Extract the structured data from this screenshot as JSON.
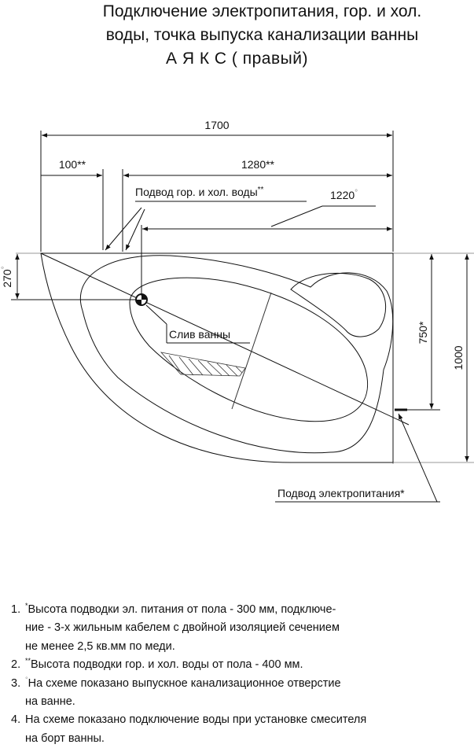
{
  "title": {
    "line1": "Подключение электропитания, гор. и хол.",
    "line2": "воды, точка выпуска канализации ванны",
    "line3": "А Я К С  ( правый)"
  },
  "dimensions": {
    "overall_width": "1700",
    "left_offset": "100**",
    "right_offset": "1280**",
    "drain_offset": "1220",
    "drain_offset_mark": "°",
    "top_offset": "270",
    "top_offset_mark": "°",
    "power_height": "750*",
    "overall_depth": "1000"
  },
  "labels": {
    "water_supply": "Подвод гор. и хол. воды",
    "water_supply_mark": "**",
    "drain": "Слив ванны",
    "power_supply": "Подвод электропитания*"
  },
  "notes": [
    {
      "num": "1.",
      "mark": "*",
      "lines": [
        "Высота подводки эл. питания от пола - 300 мм, подключе-",
        "ние - 3-х жильным кабелем с двойной изоляцией сечением",
        "не менее 2,5 кв.мм по меди."
      ]
    },
    {
      "num": "2.",
      "mark": "**",
      "lines": [
        "Высота подводки гор. и хол. воды от пола - 400 мм."
      ]
    },
    {
      "num": "3.",
      "mark": "°",
      "lines": [
        "На схеме показано выпускное канализационное отверстие",
        "на ванне."
      ]
    },
    {
      "num": "4.",
      "mark": "",
      "lines": [
        "На схеме показано подключение воды при установке смесителя",
        "на борт ванны."
      ]
    }
  ]
}
